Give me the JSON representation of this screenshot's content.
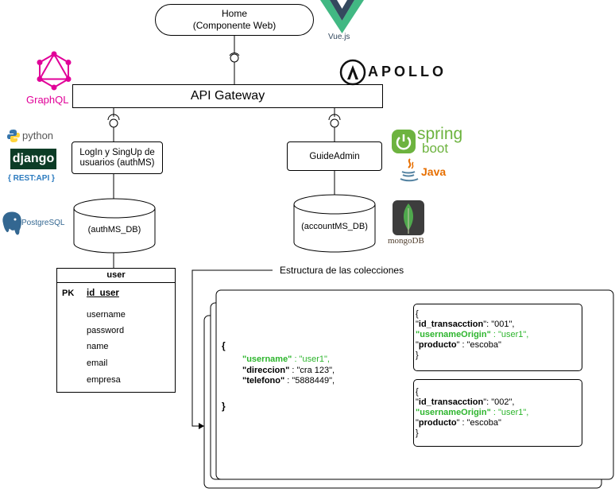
{
  "home": {
    "line1": "Home",
    "line2": "(Componente Web)"
  },
  "gateway": {
    "label": "API Gateway"
  },
  "auth_service": {
    "line1": "LogIn y SingUp de",
    "line2": "usuarios (authMS)"
  },
  "guide_service": {
    "label": "GuideAdmin"
  },
  "auth_db": {
    "label": "(authMS_DB)"
  },
  "account_db": {
    "label": "(accountMS_DB)"
  },
  "collections_title": "Estructura de las colecciones",
  "user_table": {
    "title": "user",
    "pk_label": "PK",
    "pk_field": "id_user",
    "fields": [
      "username",
      "password",
      "name",
      "email",
      "empresa"
    ]
  },
  "user_doc": {
    "open": "{",
    "close": "}",
    "k1": "\"username\"",
    "v1": " : \"user1\",",
    "k2": "\"direccion\"",
    "v2": " : \"cra 123\",",
    "k3": "\"telefono\"",
    "v3": " : \"5888449\","
  },
  "transactions": [
    {
      "open": "{",
      "id_key": "id_transacction",
      "id_val": ": \"001\",",
      "user_key": "\"usernameOrigin\"",
      "user_val": " : \"user1\",",
      "prod_key": "producto",
      "prod_val": " : \"escoba\"",
      "close": "}"
    },
    {
      "open": "{",
      "id_key": "id_transacction",
      "id_val": ": \"002\",",
      "user_key": "\"usernameOrigin\"",
      "user_val": " : \"user1\",",
      "prod_key": "producto",
      "prod_val": " : \"escoba\"",
      "close": "}"
    }
  ],
  "logos": {
    "vue": "Vue.js",
    "apollo": "APOLLO",
    "graphql": "GraphQL",
    "python": "python",
    "django": "django",
    "restapi": "{ REST:API }",
    "postgres": "PostgreSQL",
    "spring1": "spring",
    "spring2": "boot",
    "java": "Java",
    "mongo": "mongoDB"
  },
  "colors": {
    "green_key": "#2db52d",
    "graphql": "#e10098",
    "vue_green": "#41b883",
    "vue_dark": "#34495e",
    "spring": "#6db33f",
    "java": "#e76f00",
    "mongo": "#4fa94d",
    "postgres": "#336791"
  }
}
